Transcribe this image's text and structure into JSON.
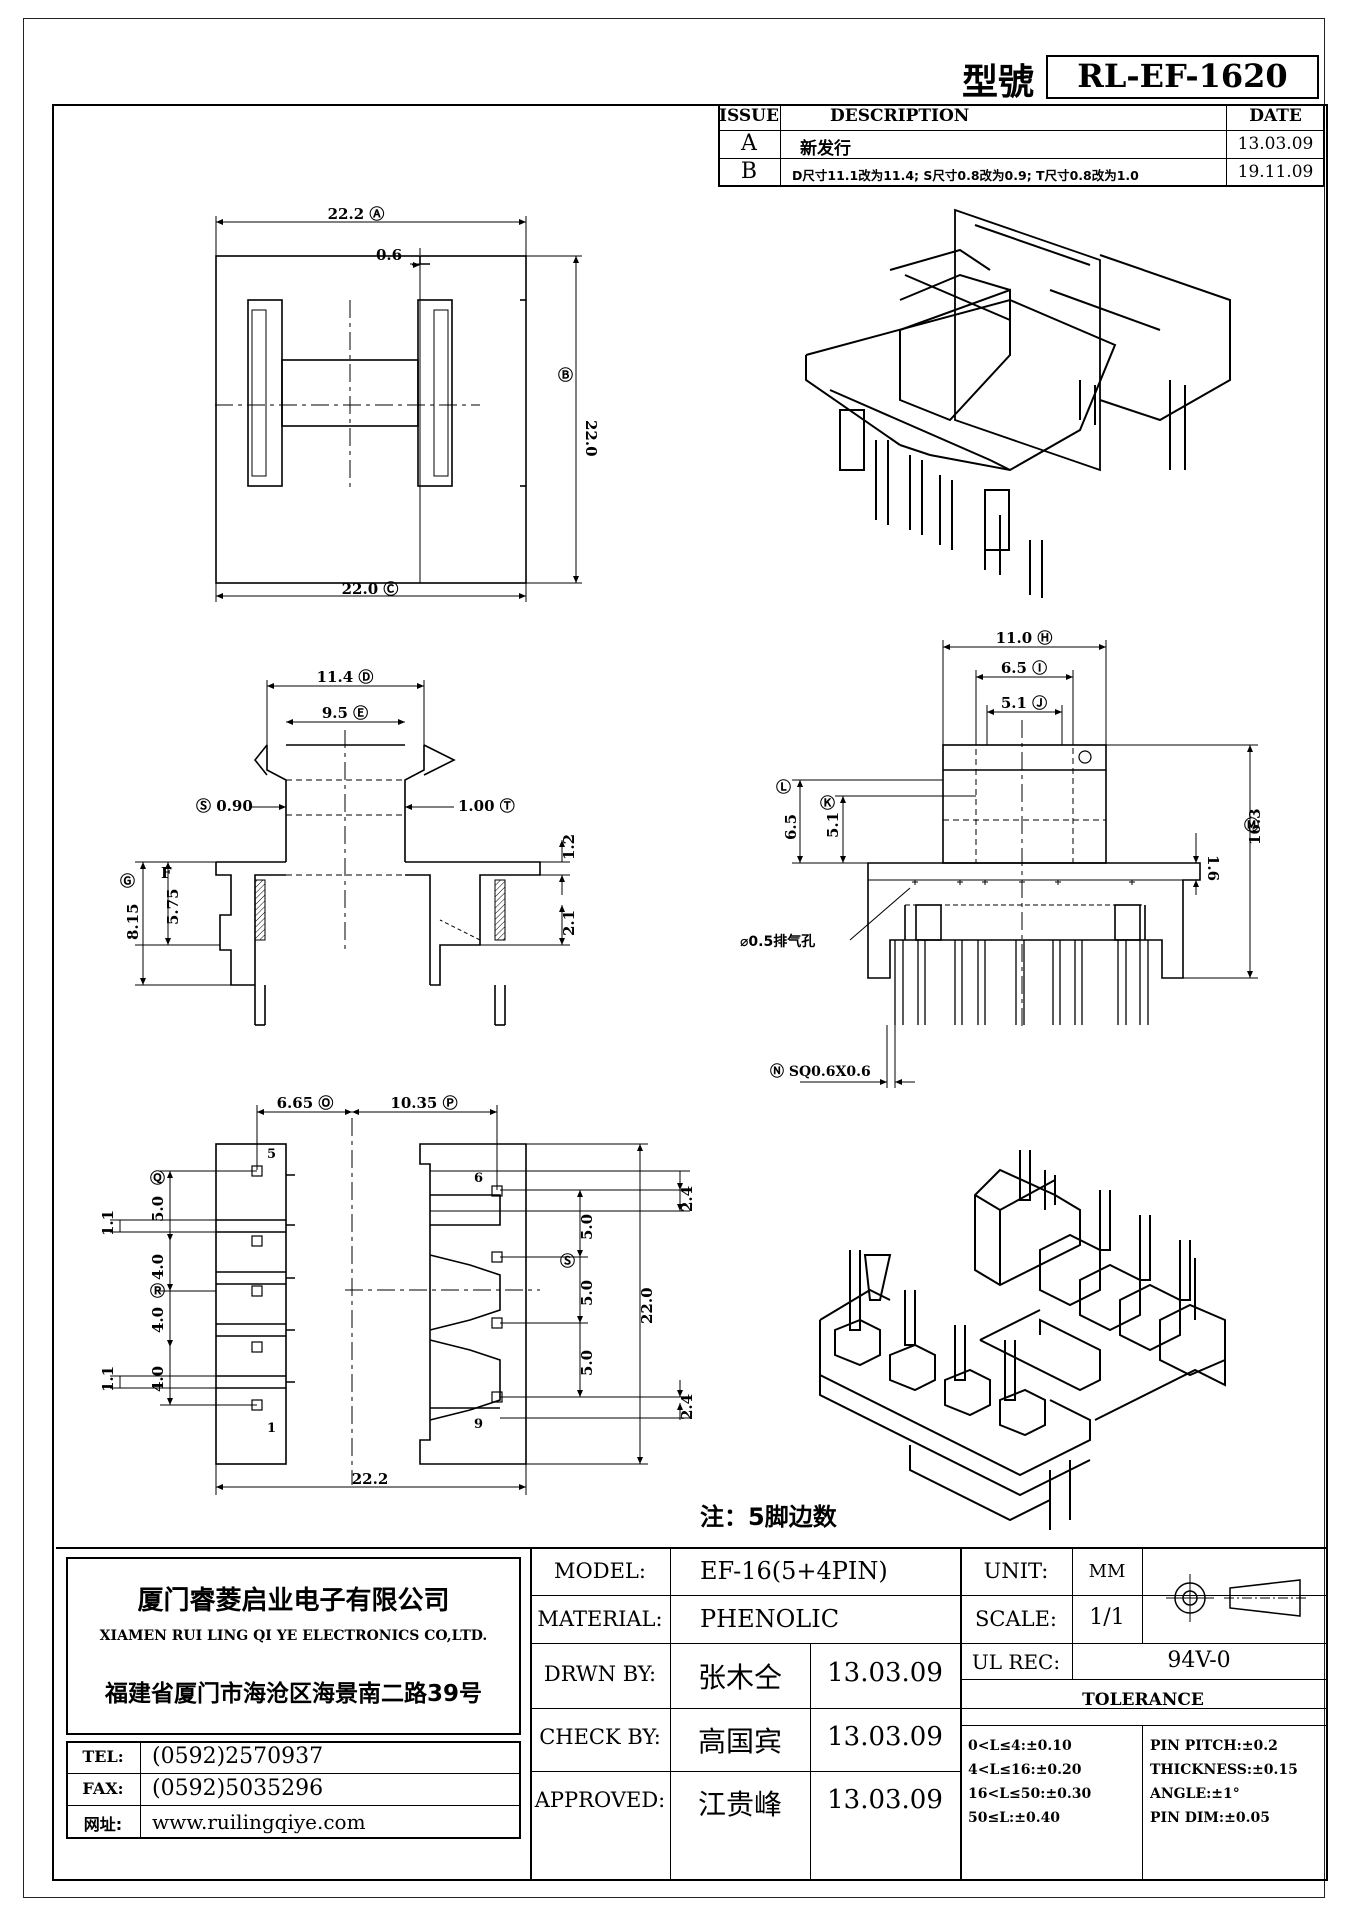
{
  "header": {
    "model_label": "型號",
    "model_value": "RL-EF-1620"
  },
  "revisions": {
    "headers": {
      "issue": "ISSUE",
      "description": "DESCRIPTION",
      "date": "DATE"
    },
    "rows": [
      {
        "issue": "A",
        "description": "新发行",
        "date": "13.03.09"
      },
      {
        "issue": "B",
        "description": "D尺寸11.1改为11.4; S尺寸0.8改为0.9; T尺寸0.8改为1.0",
        "date": "19.11.09"
      }
    ]
  },
  "top_view": {
    "dim_a": "22.2 Ⓐ",
    "dim_06": "0.6",
    "dim_b_mark": "Ⓑ",
    "dim_b": "22.0",
    "dim_c": "22.0 Ⓒ"
  },
  "front_view": {
    "dim_d": "11.4 Ⓓ",
    "dim_e": "9.5 Ⓔ",
    "dim_s": "Ⓢ 0.90",
    "dim_t": "1.00 Ⓣ",
    "dim_12": "1.2",
    "dim_21": "2.1",
    "mark_f": "F",
    "mark_g": "Ⓖ",
    "dim_575": "5.75",
    "dim_815": "8.15"
  },
  "side_view": {
    "dim_h": "11.0 Ⓗ",
    "dim_i": "6.5 Ⓘ",
    "dim_j": "5.1 Ⓙ",
    "mark_l": "Ⓛ",
    "mark_k": "Ⓚ",
    "dim_65": "6.5",
    "dim_51": "5.1",
    "dim_16": "1.6",
    "mark_m": "Ⓜ",
    "dim_163": "16.3",
    "vent_note": "⌀0.5排气孔",
    "dim_n": "Ⓝ SQ0.6X0.6"
  },
  "bottom_view": {
    "dim_o": "6.65 Ⓞ",
    "dim_p": "10.35 Ⓟ",
    "mark_q": "Ⓠ",
    "mark_r": "Ⓡ",
    "mark_s": "Ⓢ",
    "dim_11a": "1.1",
    "dim_50a": "5.0",
    "dim_40a": "4.0",
    "dim_40b": "4.0",
    "dim_40c": "4.0",
    "dim_11b": "1.1",
    "dim_24a": "2.4",
    "dim_50b": "5.0",
    "dim_50c": "5.0",
    "dim_50d": "5.0",
    "dim_220": "22.0",
    "dim_24b": "2.4",
    "dim_222": "22.2",
    "pin5": "5",
    "pin1": "1",
    "pin6": "6",
    "pin9": "9"
  },
  "note": "注：5脚边数",
  "company": {
    "name_cn": "厦门睿菱启业电子有限公司",
    "name_en": "XIAMEN RUI LING QI YE ELECTRONICS CO,LTD.",
    "address": "福建省厦门市海沧区海景南二路39号",
    "tel_label": "TEL:",
    "tel": "(0592)2570937",
    "fax_label": "FAX:",
    "fax": "(0592)5035296",
    "web_label": "网址:",
    "web": "www.ruilingqiye.com"
  },
  "titleblock": {
    "model_label": "MODEL:",
    "model": "EF-16(5+4PIN)",
    "material_label": "MATERIAL:",
    "material": "PHENOLIC",
    "drwn_label": "DRWN BY:",
    "drwn_name": "张木仝",
    "drwn_date": "13.03.09",
    "check_label": "CHECK BY:",
    "check_name": "高国宾",
    "check_date": "13.03.09",
    "approved_label": "APPROVED:",
    "approved_name": "江贵峰",
    "approved_date": "13.03.09",
    "unit_label": "UNIT:",
    "unit": "MM",
    "scale_label": "SCALE:",
    "scale": "1/1",
    "ul_label": "UL REC:",
    "ul": "94V-0",
    "tolerance_label": "TOLERANCE",
    "tol": [
      "0<L≤4:±0.10",
      "4<L≤16:±0.20",
      "16<L≤50:±0.30",
      "50≤L:±0.40"
    ],
    "tol2": [
      "PIN PITCH:±0.2",
      "THICKNESS:±0.15",
      "ANGLE:±1°",
      "PIN DIM:±0.05"
    ]
  }
}
